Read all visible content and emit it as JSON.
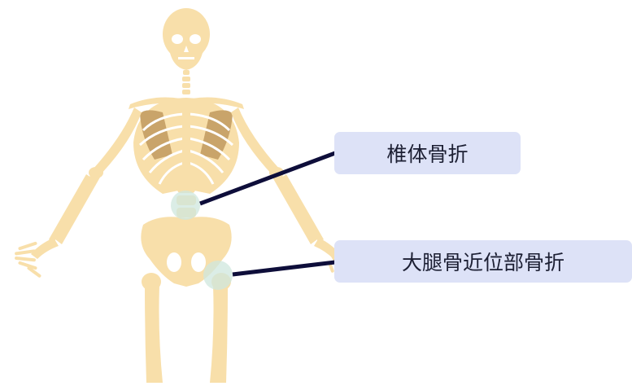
{
  "figure": {
    "subject": "skeleton-front-view",
    "colors": {
      "bone": "#f8dfaa",
      "bone_shadow": "#c9a46a",
      "rib_shadow": "#d9b883",
      "highlight": "#cfe7dd",
      "leader_line": "#0e0e3a",
      "callout_bg": "#dde2f7",
      "callout_text": "#1c1f33"
    }
  },
  "callouts": [
    {
      "label": "椎体骨折",
      "target": "lumbar-vertebra"
    },
    {
      "label": "大腿骨近位部骨折",
      "target": "proximal-femur"
    }
  ]
}
